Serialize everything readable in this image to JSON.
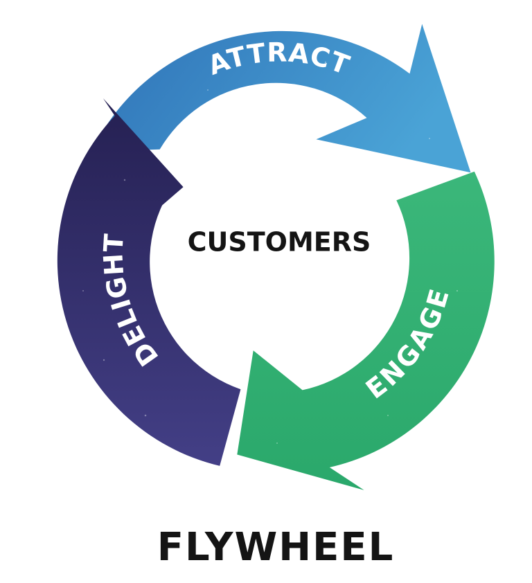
{
  "diagram": {
    "segments": [
      {
        "id": "attract",
        "label": "ATTRACT",
        "color_start": "#2f72b7",
        "color_end": "#4aa3d6"
      },
      {
        "id": "engage",
        "label": "ENGAGE",
        "color_start": "#3bb77a",
        "color_end": "#2aa86b"
      },
      {
        "id": "delight",
        "label": "DELIGHT",
        "color_start": "#252052",
        "color_end": "#433f86"
      }
    ],
    "center": {
      "label": "CUSTOMERS"
    },
    "title": "FLYWHEEL"
  }
}
